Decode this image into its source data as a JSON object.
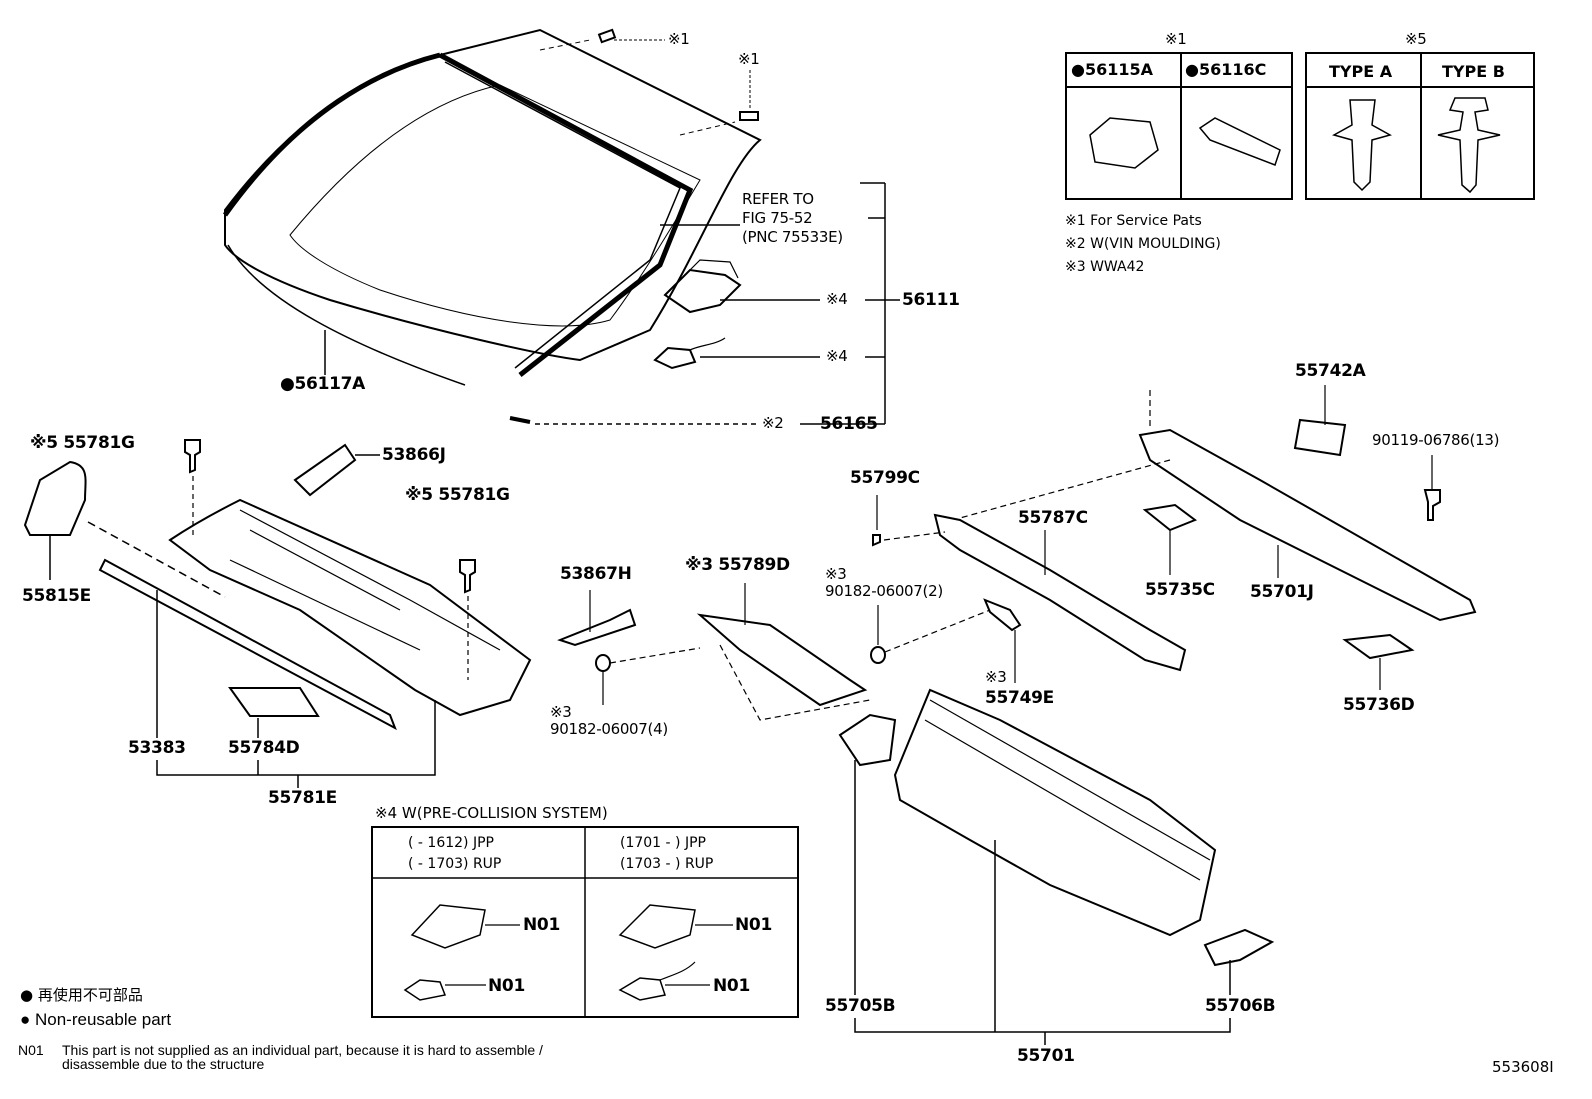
{
  "part_labels": {
    "p56117A": "●56117A",
    "p56111": "56111",
    "p56165": "56165",
    "p56165_note": "※2",
    "p56111_note_a": "※4",
    "p56111_note_b": "※4",
    "refer": [
      "REFER TO",
      "FIG 75-52",
      "(PNC 75533E)"
    ],
    "top_note_1": "※1",
    "top_note_2": "※1",
    "p55781G_a": "※5 55781G",
    "p55781G_b": "※5 55781G",
    "p53866J": "53866J",
    "p55815E": "55815E",
    "p53383": "53383",
    "p55784D": "55784D",
    "p55781E": "55781E",
    "p53867H": "53867H",
    "p55789D": "※3 55789D",
    "p90182_a_note": "※3",
    "p90182_a": "90182-06007(4)",
    "p90182_b_note": "※3",
    "p90182_b": "90182-06007(2)",
    "p55799C": "55799C",
    "p55787C": "55787C",
    "p55749E_note": "※3",
    "p55749E": "55749E",
    "p55735C": "55735C",
    "p55742A": "55742A",
    "p90119": "90119-06786(13)",
    "p55701J": "55701J",
    "p55736D": "55736D",
    "p55705B": "55705B",
    "p55706B": "55706B",
    "p55701": "55701"
  },
  "table1": {
    "header": "※1",
    "col1": "●56115A",
    "col2": "●56116C"
  },
  "table5": {
    "header": "※5",
    "col1": "TYPE A",
    "col2": "TYPE B"
  },
  "notes": [
    "※1 For Service Pats",
    "※2 W(VIN MOULDING)",
    "※3 WWA42"
  ],
  "table4": {
    "title": "※4 W(PRE-COLLISION SYSTEM)",
    "left_rows": [
      "(      - 1612) JPP",
      "(      - 1703) RUP"
    ],
    "right_rows": [
      "(1701 -      ) JPP",
      "(1703 -      ) RUP"
    ],
    "n01": "N01"
  },
  "legend": {
    "jp": "● 再使用不可部品",
    "en": "● Non-reusable part"
  },
  "footnote": {
    "code": "N01",
    "line1": "This part is not supplied as an individual part, because it is hard to assemble /",
    "line2": "disassemble due to the structure"
  },
  "diagram_id": "553608I"
}
